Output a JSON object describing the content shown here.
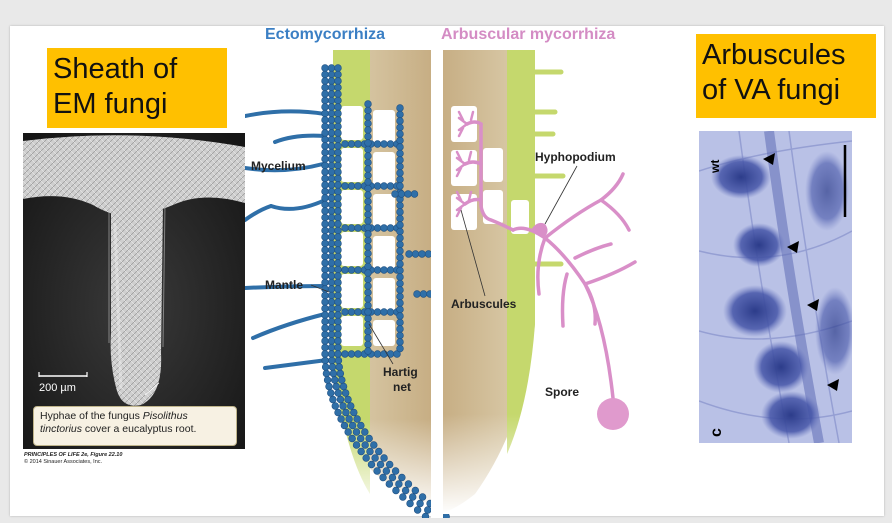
{
  "slide": {
    "left_label": {
      "line1": "Sheath of",
      "line2": "EM fungi"
    },
    "right_label": {
      "line1": "Arbuscules",
      "line2": "of VA fungi"
    }
  },
  "sem_photo": {
    "scale_bar": "200 µm",
    "caption_line1_prefix": "Hyphae of the fungus ",
    "caption_species": "Pisolithus",
    "caption_line2_species": "tinctorius",
    "caption_line2_suffix": " cover a eucalyptus root.",
    "credit_line1": "PRINCIPLES OF LIFE 2e, Figure 22.10",
    "credit_line2": "© 2014 Sinauer Associates, Inc."
  },
  "diagram": {
    "title_left": "Ectomycorrhiza",
    "title_right": "Arbuscular mycorrhiza",
    "labels": {
      "mycelium": "Mycelium",
      "mantle": "Mantle",
      "hartig_line1": "Hartig",
      "hartig_line2": "net",
      "hyphopodium": "Hyphopodium",
      "arbuscules": "Arbuscules",
      "spore": "Spore"
    },
    "colors": {
      "ecto_title": "#3b7fc4",
      "am_title": "#d48cc4",
      "ecto_fungus": "#2f6fa8",
      "am_fungus": "#d98fc8",
      "root_outer": "#c5d86d"
    }
  },
  "micrograph": {
    "panel_letter": "c",
    "genotype": "wt"
  }
}
